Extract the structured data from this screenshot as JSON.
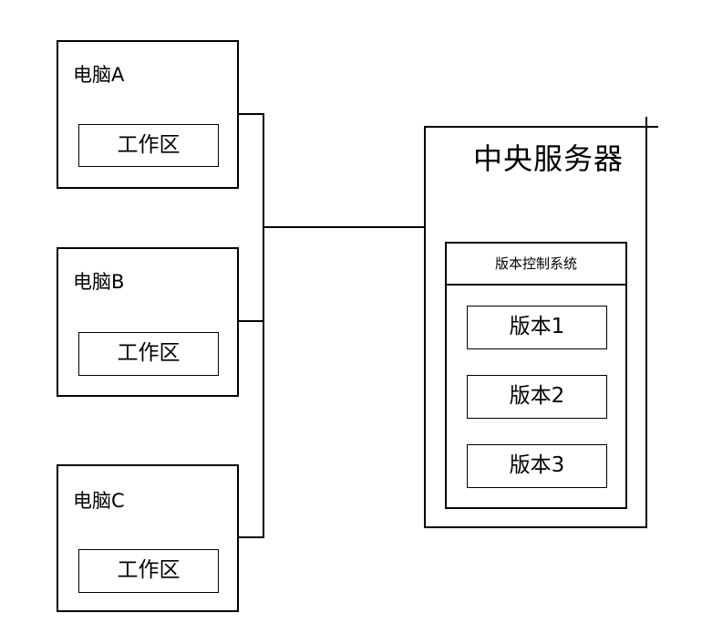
{
  "computers": [
    {
      "name": "电脑A",
      "workspace": "工作区"
    },
    {
      "name": "电脑B",
      "workspace": "工作区"
    },
    {
      "name": "电脑C",
      "workspace": "工作区"
    }
  ],
  "server": {
    "title": "中央服务器",
    "vcs_label": "版本控制系统",
    "versions": [
      "版本1",
      "版本2",
      "版本3"
    ]
  }
}
